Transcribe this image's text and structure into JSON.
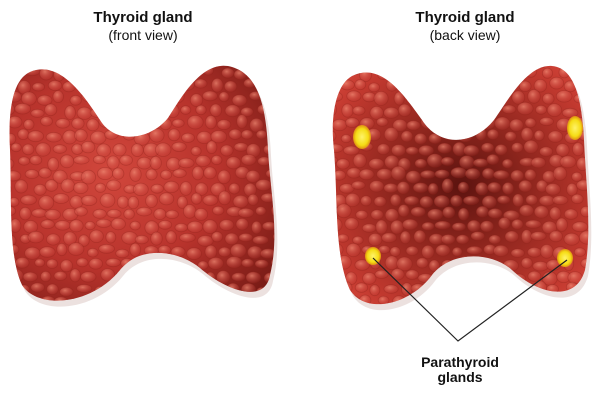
{
  "front": {
    "title": "Thyroid gland",
    "subtitle": "(front view)"
  },
  "back": {
    "title": "Thyroid gland",
    "subtitle": "(back view)"
  },
  "callout": {
    "line1": "Parathyroid",
    "line2": "glands"
  },
  "colors": {
    "tissue_base": "#b8332c",
    "tissue_dark": "#6e1712",
    "tissue_light": "#e2584a",
    "cell_highlight": "#ef7a66",
    "parathyroid": "#f7e51a",
    "leader_line": "#222222"
  }
}
